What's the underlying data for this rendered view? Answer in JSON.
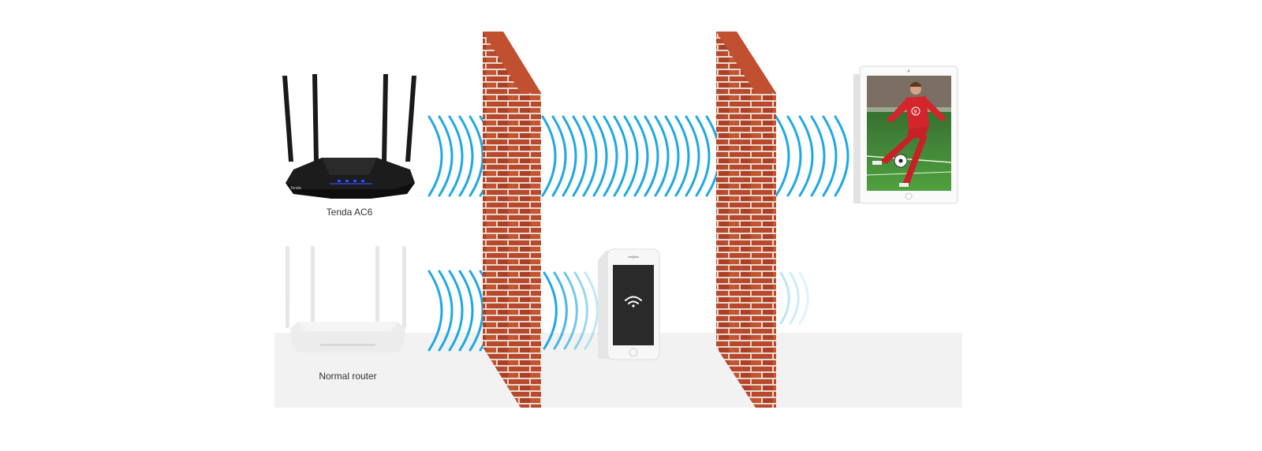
{
  "routers": {
    "tenda": {
      "label": "Tenda AC6",
      "brand": "Tenda"
    },
    "normal": {
      "label": "Normal router"
    }
  },
  "colors": {
    "signal": "#1ea8e4",
    "brick": "#b9482c",
    "mortar": "#e9e0d8",
    "floor": "#f2f2f2",
    "router_dark": "#1a1a1a",
    "router_led": "#2f4dff"
  },
  "tablet": {
    "jersey_number": "9"
  }
}
